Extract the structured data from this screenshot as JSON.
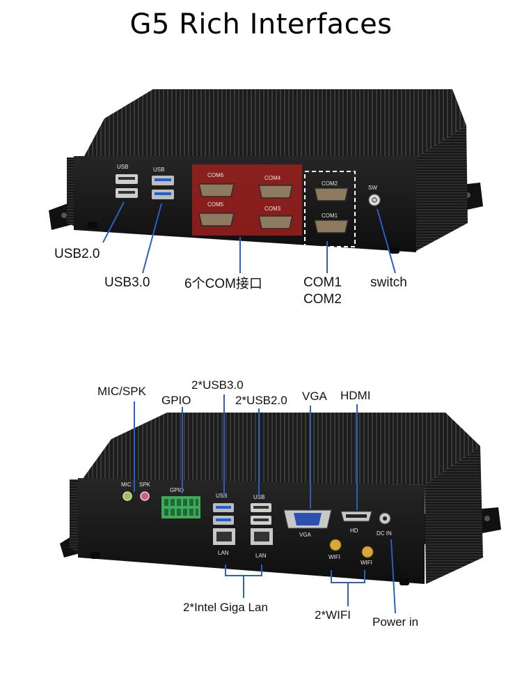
{
  "title": "G5 Rich Interfaces",
  "front_panel": {
    "panel_text": {
      "usb_a": "USB",
      "usb_b": "USB",
      "com6": "COM6",
      "com4": "COM4",
      "com5": "COM5",
      "com3": "COM3",
      "com2": "COM2",
      "com1": "COM1",
      "sw": "SW"
    },
    "callouts": {
      "usb2": "USB2.0",
      "usb3": "USB3.0",
      "com6x": "6个COM接口",
      "com1": "COM1",
      "com2": "COM2",
      "switch": "switch"
    }
  },
  "rear_panel": {
    "panel_text": {
      "mic": "MIC",
      "spk": "SPK",
      "gpio": "GPIO",
      "usb_a": "USB",
      "usb_b": "USB",
      "vga": "VGA",
      "hd": "HD",
      "dcin": "DC IN",
      "lan_a": "LAN",
      "lan_b": "LAN",
      "wifi_a": "WIFI",
      "wifi_b": "WIFI"
    },
    "callouts": {
      "micspk": "MIC/SPK",
      "gpio": "GPIO",
      "usb3": "2*USB3.0",
      "usb2": "2*USB2.0",
      "vga": "VGA",
      "hdmi": "HDMI",
      "lan": "2*Intel Giga Lan",
      "wifi": "2*WIFI",
      "power": "Power in"
    }
  },
  "colors": {
    "callout_line": "#2b5fc4",
    "com_highlight": "#a8201d",
    "chassis": "#141414"
  }
}
